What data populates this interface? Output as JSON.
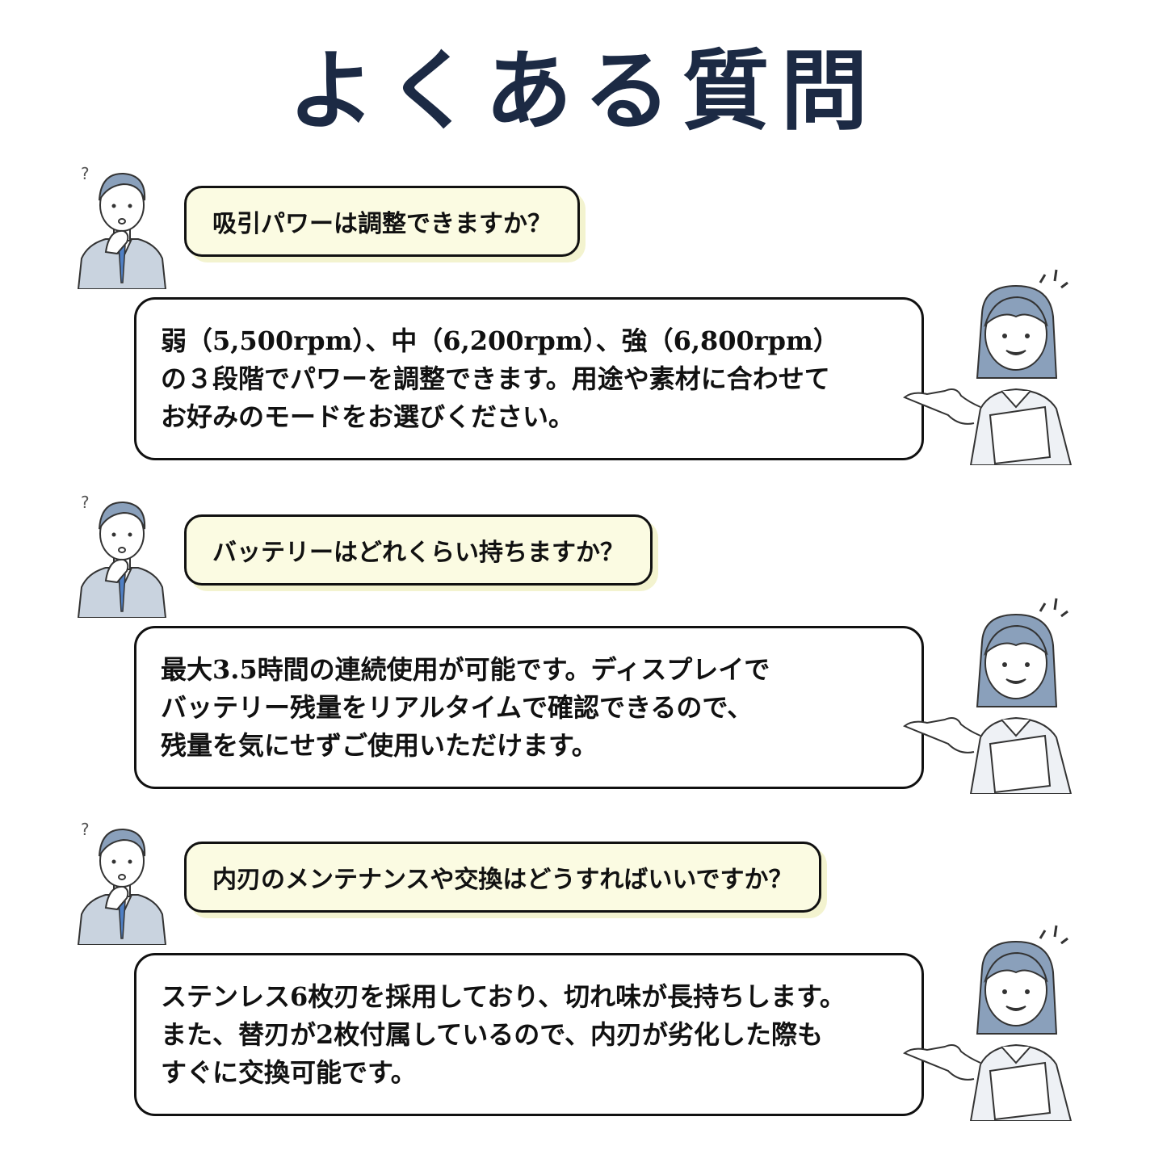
{
  "title": "よくある質問",
  "faq": [
    {
      "question": "吸引パワーは調整できますか？",
      "answer_lines": [
        "弱（5,500rpm）、中（6,200rpm）、強（6,800rpm）",
        "の３段階でパワーを調整できます。用途や素材に合わせて",
        "お好みのモードをお選びください。"
      ]
    },
    {
      "question": "バッテリーはどれくらい持ちますか？",
      "answer_lines": [
        "最大3.5時間の連続使用が可能です。ディスプレイで",
        "バッテリー残量をリアルタイムで確認できるので、",
        "残量を気にせずご使用いただけます。"
      ]
    },
    {
      "question": "内刃のメンテナンスや交換はどうすればいいですか？",
      "answer_lines": [
        "ステンレス6枚刃を採用しており、切れ味が長持ちします。",
        "また、替刃が2枚付属しているので、内刃が劣化した際も",
        "すぐに交換可能です。"
      ]
    }
  ],
  "colors": {
    "title": "#1c2a44",
    "question_bubble": "#fbfbe2",
    "illustration_blue": "#8aa0bb"
  }
}
